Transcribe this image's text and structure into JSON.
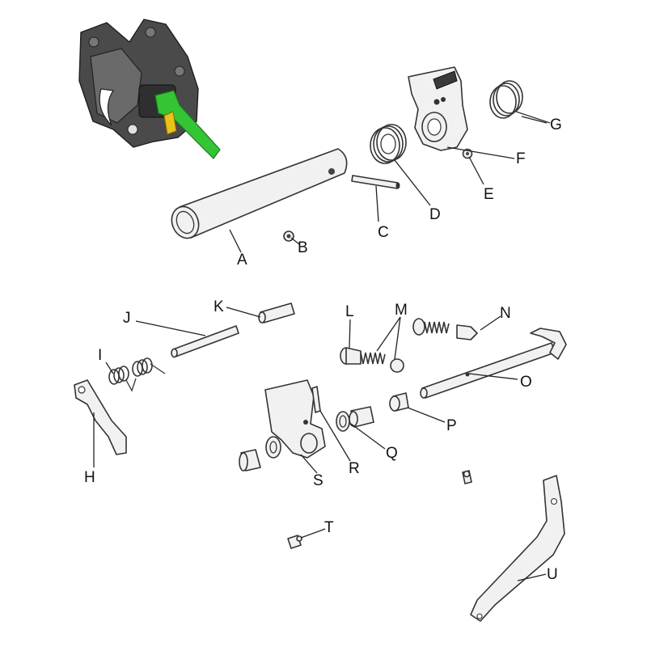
{
  "labels": {
    "A": "A",
    "B": "B",
    "C": "C",
    "D": "D",
    "E": "E",
    "F": "F",
    "G": "G",
    "H": "H",
    "I": "I",
    "J": "J",
    "K": "K",
    "L": "L",
    "M": "M",
    "N": "N",
    "O": "O",
    "P": "P",
    "Q": "Q",
    "R": "R",
    "S": "S",
    "T": "T",
    "U": "U"
  },
  "colors": {
    "highlight_green": "#34c534",
    "highlight_yellow": "#e9c21b",
    "coupler_body": "#4a4a4a",
    "outline": "#333333"
  }
}
